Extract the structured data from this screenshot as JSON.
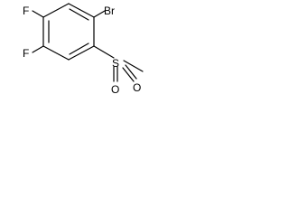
{
  "molecule": {
    "atoms": {
      "fluorine_top": "F",
      "fluorine_bottom": "F",
      "bromine": "Br",
      "sulfur": "S",
      "oxygen_right": "O",
      "oxygen_bottom": "O"
    },
    "colors": {
      "bond": "#000000",
      "label": "#000000",
      "background": "#ffffff"
    }
  }
}
